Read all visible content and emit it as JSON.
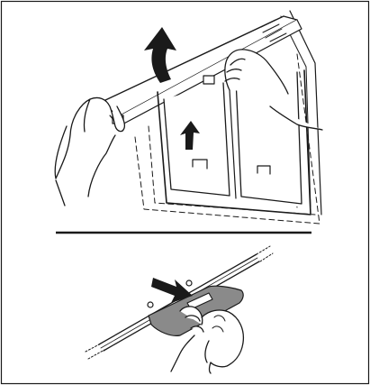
{
  "diagram": {
    "panels": [
      {
        "id": "top",
        "description_ref": "hood-panel-lift",
        "text": ""
      },
      {
        "id": "bottom",
        "description_ref": "filter-latch-release",
        "text": ""
      }
    ],
    "icons": [
      "curved-arrow-up-icon",
      "straight-arrow-up-icon",
      "push-arrow-icon",
      "hand-icon"
    ],
    "colors": {
      "stroke": "#1a1a1a",
      "panel_fill": "#ffffff",
      "latch_fill": "#8a8a8a",
      "arrow_fill": "#1a1a1a"
    }
  }
}
